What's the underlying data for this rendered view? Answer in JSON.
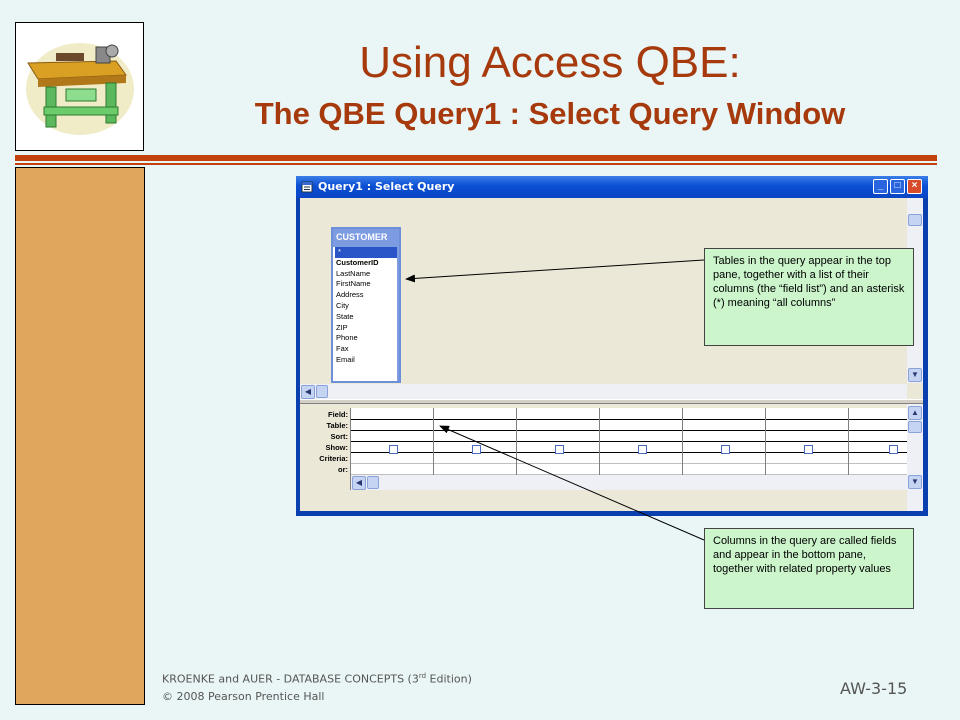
{
  "slide": {
    "title": "Using Access QBE:",
    "subtitle": "The QBE Query1 : Select Query Window"
  },
  "window": {
    "title": "Query1 : Select Query",
    "minimize": "_",
    "maximize": "□",
    "close": "×"
  },
  "field_list": {
    "table_name": "CUSTOMER",
    "items": [
      "*",
      "CustomerID",
      "LastName",
      "FirstName",
      "Address",
      "City",
      "State",
      "ZIP",
      "Phone",
      "Fax",
      "Email"
    ]
  },
  "design_grid": {
    "row_labels": [
      "Field:",
      "Table:",
      "Sort:",
      "Show:",
      "Criteria:",
      "or:"
    ],
    "columns": 7
  },
  "callouts": {
    "top": "Tables in the query appear in the top pane, together with a list of their columns (the “field list”) and an asterisk (*) meaning “all columns”",
    "bottom": "Columns in the query are called fields and appear in the bottom pane, together with related property values"
  },
  "footer": {
    "line1_prefix": "KROENKE and AUER -  DATABASE CONCEPTS (3",
    "line1_sup": "rd",
    "line1_suffix": " Edition)",
    "line2": "© 2008 Pearson Prentice Hall",
    "page_number": "AW-3-15"
  },
  "colors": {
    "title": "#a63a0d",
    "rule": "#c2410c",
    "sidebar": "#e0a65e",
    "callout_bg": "#ccf5cc",
    "window_title": "#0b4fd4"
  }
}
